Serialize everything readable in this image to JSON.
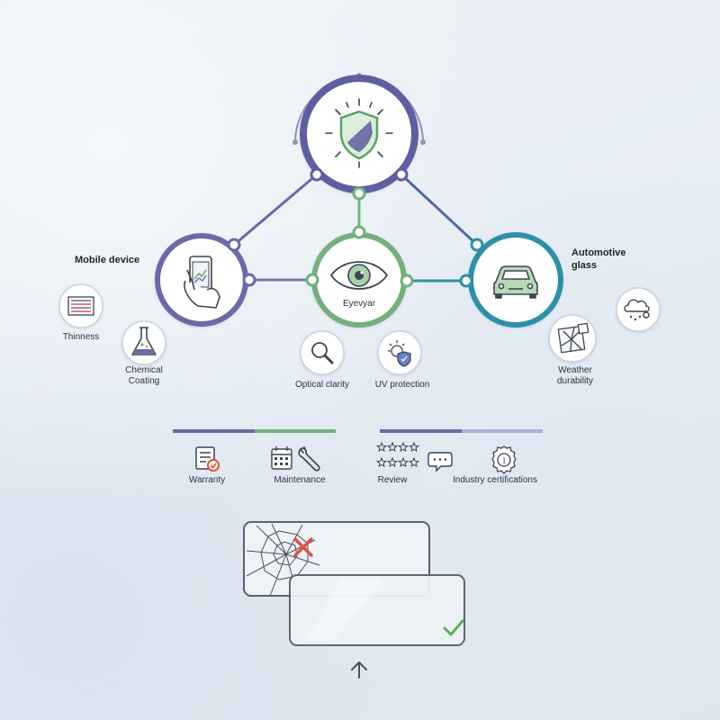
{
  "hub": {
    "label": "Eyevyar",
    "icon": "shield-icon"
  },
  "mobile": {
    "heading": "Mobile device",
    "icon": "smartphone-icon"
  },
  "automotive": {
    "heading": "Automotive glass",
    "heading_line1": "Automotive",
    "heading_line2": "glass",
    "icon": "car-icon"
  },
  "top": {
    "icon": "shield-icon"
  },
  "features": {
    "thinness": "Thinness",
    "chemical_line1": "Chemical",
    "chemical_line2": "Coating",
    "optical": "Optical clarity",
    "uv": "UV protection",
    "weather_line1": "Weather",
    "weather_line2": "durability"
  },
  "services": {
    "warranty": "Warranty",
    "maintenance": "Maintenance",
    "review": "Review",
    "certifications": "Industry certifications"
  },
  "colors": {
    "purple": "#6a6aa8",
    "green": "#74b07c",
    "teal": "#2f8fa8",
    "stroke": "#3e4450",
    "red": "#e0523e",
    "check": "#5aae5a"
  }
}
